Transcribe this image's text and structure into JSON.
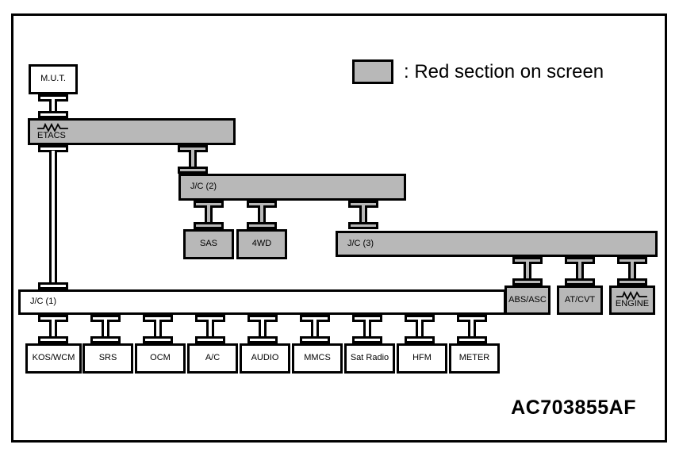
{
  "diagram": {
    "part_number": "AC703855AF",
    "colors": {
      "highlight_fill": "#b8b8b8",
      "plain_fill": "#ffffff",
      "stroke": "#000000"
    },
    "legend": {
      "swatch_color": "#b8b8b8",
      "text": ": Red section on screen"
    },
    "nodes": [
      {
        "id": "mut",
        "label": "M.U.T.",
        "highlighted": false,
        "terminator": false
      },
      {
        "id": "etacs",
        "label": "ETACS",
        "highlighted": true,
        "terminator": true
      },
      {
        "id": "jc2",
        "label": "J/C (2)",
        "highlighted": true,
        "terminator": false
      },
      {
        "id": "sas",
        "label": "SAS",
        "highlighted": true,
        "terminator": false
      },
      {
        "id": "4wd",
        "label": "4WD",
        "highlighted": true,
        "terminator": false
      },
      {
        "id": "jc3",
        "label": "J/C (3)",
        "highlighted": true,
        "terminator": false
      },
      {
        "id": "absasc",
        "label": "ABS/ASC",
        "highlighted": true,
        "terminator": false
      },
      {
        "id": "atcvt",
        "label": "AT/CVT",
        "highlighted": true,
        "terminator": false
      },
      {
        "id": "engine",
        "label": "ENGINE",
        "highlighted": true,
        "terminator": true
      },
      {
        "id": "jc1",
        "label": "J/C (1)",
        "highlighted": false,
        "terminator": false
      },
      {
        "id": "koswcm",
        "label": "KOS/WCM",
        "highlighted": false,
        "terminator": false
      },
      {
        "id": "srs",
        "label": "SRS",
        "highlighted": false,
        "terminator": false
      },
      {
        "id": "ocm",
        "label": "OCM",
        "highlighted": false,
        "terminator": false
      },
      {
        "id": "ac",
        "label": "A/C",
        "highlighted": false,
        "terminator": false
      },
      {
        "id": "audio",
        "label": "AUDIO",
        "highlighted": false,
        "terminator": false
      },
      {
        "id": "mmcs",
        "label": "MMCS",
        "highlighted": false,
        "terminator": false
      },
      {
        "id": "satradio",
        "label": "Sat Radio",
        "highlighted": false,
        "terminator": false
      },
      {
        "id": "hfm",
        "label": "HFM",
        "highlighted": false,
        "terminator": false
      },
      {
        "id": "meter",
        "label": "METER",
        "highlighted": false,
        "terminator": false
      }
    ]
  }
}
